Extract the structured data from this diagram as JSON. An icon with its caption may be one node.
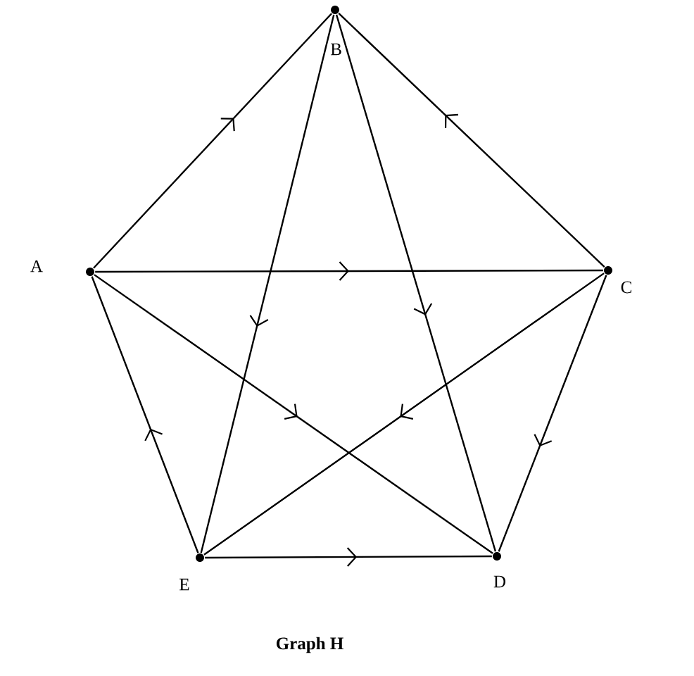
{
  "diagram": {
    "caption": "Graph H",
    "nodes": [
      {
        "text": [
          "A"
        ]
      },
      {
        "text": [
          "B"
        ]
      },
      {
        "text": [
          "C"
        ]
      },
      {
        "text": [
          "D"
        ]
      },
      {
        "text": [
          "E"
        ]
      }
    ],
    "edges": [
      {
        "from": 0,
        "to": 1,
        "arrow": "to"
      },
      {
        "from": 2,
        "to": 1,
        "arrow": "to"
      },
      {
        "from": 0,
        "to": 2,
        "arrow": "to"
      },
      {
        "from": 1,
        "to": 4,
        "arrow": "to"
      },
      {
        "from": 1,
        "to": 3,
        "arrow": "to"
      },
      {
        "from": 0,
        "to": 3,
        "arrow": "to"
      },
      {
        "from": 2,
        "to": 4,
        "arrow": "to"
      },
      {
        "from": 2,
        "to": 3,
        "arrow": "to"
      },
      {
        "from": 4,
        "to": 3,
        "arrow": "to"
      },
      {
        "from": 4,
        "to": 0,
        "arrow": "to"
      }
    ]
  }
}
